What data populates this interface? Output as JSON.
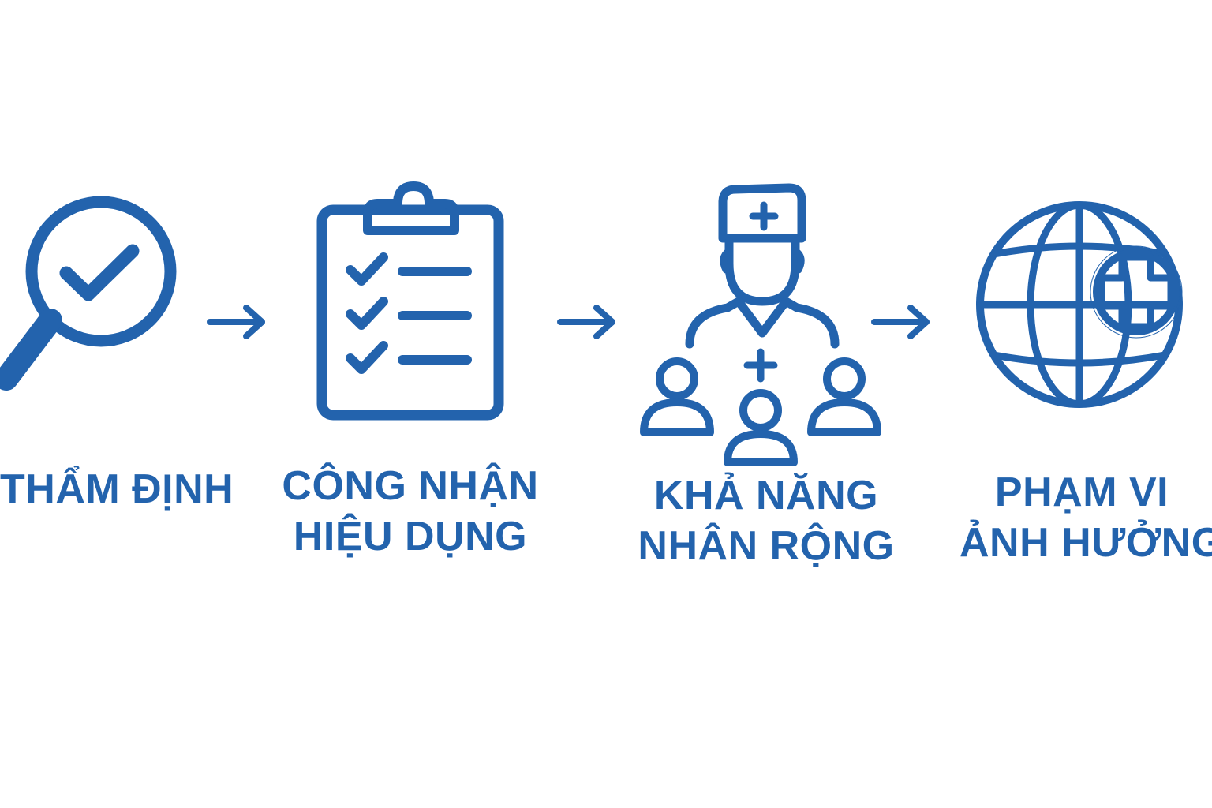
{
  "accent_color": "#2363ad",
  "steps": [
    {
      "icon": "magnifier-check-icon",
      "lines": [
        "THẨM ĐỊNH"
      ]
    },
    {
      "icon": "clipboard-checklist-icon",
      "lines": [
        "CÔNG NHẬN",
        "HIỆU DỤNG"
      ]
    },
    {
      "icon": "doctor-community-icon",
      "lines": [
        "KHẢ NĂNG",
        "NHÂN RỘNG"
      ]
    },
    {
      "icon": "globe-medical-cross-icon",
      "lines": [
        "PHẠM VI",
        "ẢNH HƯỞNG"
      ]
    }
  ]
}
